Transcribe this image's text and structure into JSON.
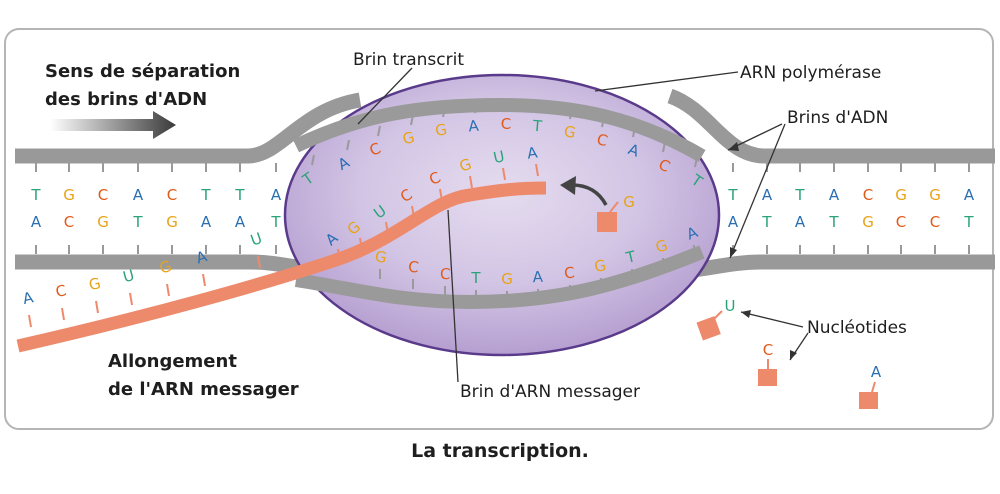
{
  "labels": {
    "direction_line1": "Sens de séparation",
    "direction_line2": "des brins d'ADN",
    "transcribed_strand": "Brin transcrit",
    "rna_polymerase": "ARN polymérase",
    "dna_strands": "Brins d'ADN",
    "nucleotides": "Nucléotides",
    "elongation_line1": "Allongement",
    "elongation_line2": "de l'ARN messager",
    "mrna_strand": "Brin d'ARN messager"
  },
  "caption": "La transcription.",
  "sequences": {
    "left_top": [
      "T",
      "G",
      "C",
      "A",
      "C",
      "T",
      "T",
      "A"
    ],
    "left_bottom": [
      "A",
      "C",
      "G",
      "T",
      "G",
      "A",
      "A",
      "T"
    ],
    "right_top": [
      "T",
      "A",
      "T",
      "A",
      "C",
      "G",
      "G",
      "A"
    ],
    "right_bottom": [
      "A",
      "T",
      "A",
      "T",
      "G",
      "C",
      "C",
      "T"
    ],
    "bubble_top": [
      "T",
      "A",
      "C",
      "G",
      "G",
      "A",
      "C",
      "T",
      "G",
      "C",
      "A",
      "C",
      "T"
    ],
    "bubble_bottom": [
      "G",
      "C",
      "C",
      "T",
      "G",
      "A",
      "C",
      "G",
      "T",
      "G",
      "A"
    ],
    "mrna_inside": [
      "A",
      "U",
      "G",
      "C",
      "C",
      "U",
      "G",
      "A"
    ],
    "mrna_outside": [
      "A",
      "C",
      "G",
      "U",
      "G",
      "A",
      "U"
    ],
    "incoming": "G",
    "free_nucleotides": [
      "U",
      "C",
      "A"
    ]
  },
  "colors": {
    "A": "#2a6fb3",
    "C": "#e05a1a",
    "G": "#e8a317",
    "T": "#2aa37a",
    "U": "#2aa37a",
    "rna": "#ee8a6c",
    "dna": "#999999",
    "bubble": "#c8b6dc"
  }
}
